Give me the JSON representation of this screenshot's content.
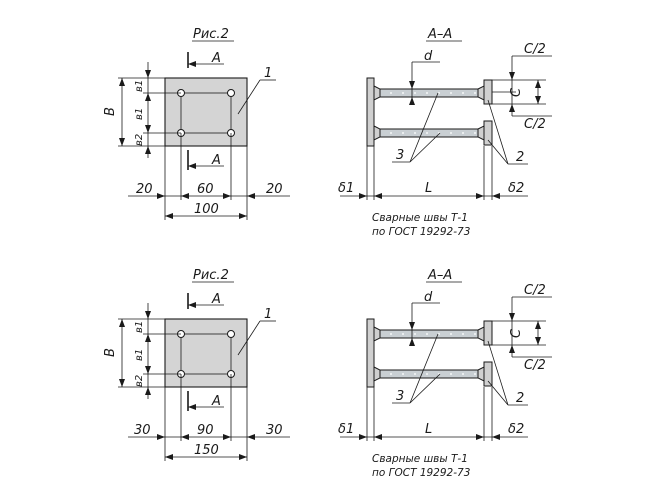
{
  "drawings": [
    {
      "fig_title": "Рис.2",
      "section_mark": "А",
      "callout_1": "1",
      "dim_height": "В",
      "dim_b1": "в1",
      "dim_b2": "в2",
      "dim_b1_mid": "в1",
      "dim_left": "20",
      "dim_mid": "60",
      "dim_right": "20",
      "dim_total": "100",
      "section_title": "А–А",
      "dim_d": "d",
      "dim_c2_top": "С/2",
      "dim_c": "С",
      "dim_c2_bottom": "С/2",
      "callout_2": "2",
      "callout_3": "3",
      "dim_delta1": "δ1",
      "dim_L": "L",
      "dim_delta2": "δ2",
      "weld_note_1": "Сварные швы Т-1",
      "weld_note_2": "по ГОСТ 19292-73"
    },
    {
      "fig_title": "Рис.2",
      "section_mark": "А",
      "callout_1": "1",
      "dim_height": "В",
      "dim_b1": "в1",
      "dim_b2": "в2",
      "dim_b1_mid": "в1",
      "dim_left": "30",
      "dim_mid": "90",
      "dim_right": "30",
      "dim_total": "150",
      "section_title": "А–А",
      "dim_d": "d",
      "dim_c2_top": "С/2",
      "dim_c": "С",
      "dim_c2_bottom": "С/2",
      "callout_2": "2",
      "callout_3": "3",
      "dim_delta1": "δ1",
      "dim_L": "L",
      "dim_delta2": "δ2",
      "weld_note_1": "Сварные швы Т-1",
      "weld_note_2": "по ГОСТ 19292-73"
    }
  ]
}
